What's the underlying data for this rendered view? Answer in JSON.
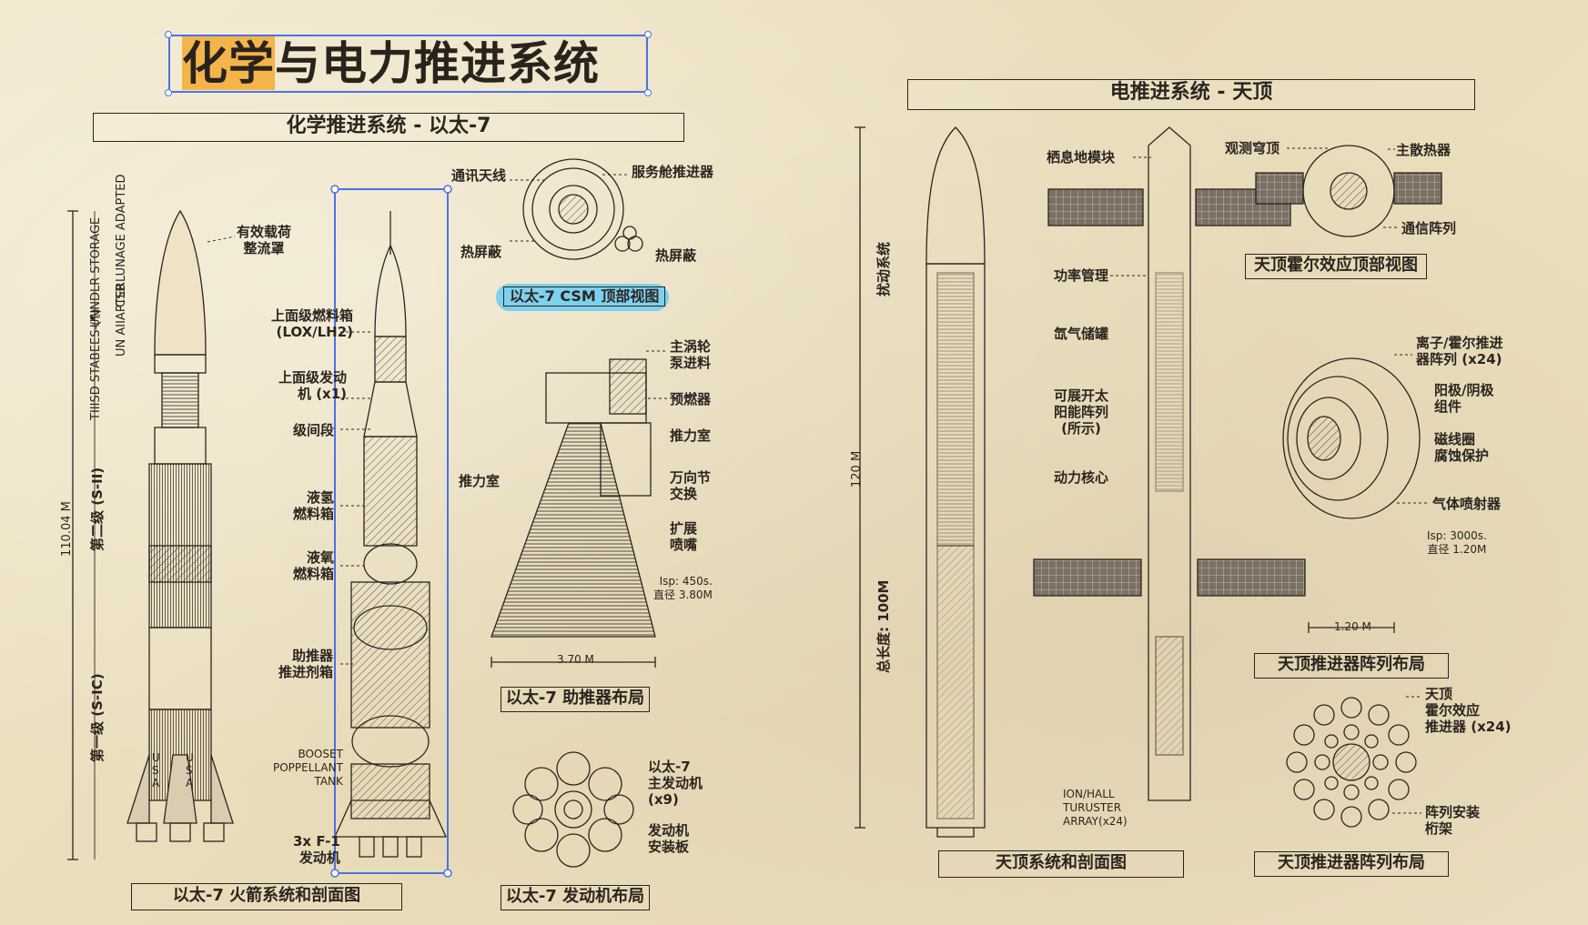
{
  "title": {
    "highlight": "化学",
    "rest": "与电力推进系统"
  },
  "left": {
    "section_title": "化学推进系统 - 以太-7",
    "rocket_caption": "以太-7 火箭系统和剖面图",
    "labels": {
      "payload": "有效载荷\n整流罩",
      "upper_tank": "上面级燃料箱\n(LOX/LH2)",
      "upper_engine": "上面级发动\n机 (x1)",
      "interstage": "级间段",
      "lh2_tank": "液氢\n燃料箱",
      "lox_tank": "液氧\n燃料箱",
      "booster_tank": "助推器\n推进剂箱",
      "booset": "BOOSET\nPOPPELLANT\nTANK",
      "f1": "3x F-1\n发动机"
    },
    "dims": {
      "total": "110.04 M",
      "stage2": "第二级 (S-II)",
      "stage1": "第一级 (S-IC)",
      "s1": "UNNDLR STORAGE",
      "s2": "LUNAGE ADAPTED",
      "s3": "CSB",
      "s4": "UN AIIAPTER",
      "s5": "TIIISD STABEES-(¶)"
    },
    "usa": "USA"
  },
  "csm": {
    "labels": {
      "antenna": "通讯天线",
      "sm_thruster": "服务舱推进器",
      "heat1": "热屏蔽",
      "heat2": "热屏蔽"
    },
    "caption": "以太-7 CSM 顶部视图"
  },
  "engine": {
    "labels": {
      "turbopump": "主涡轮\n泵进料",
      "preburner": "预燃器",
      "thrust_chamber_r": "推力室",
      "thrust_chamber_l": "推力室",
      "gimbal": "万向节\n交换",
      "nozzle": "扩展\n喷嘴",
      "isp": "Isp: 450s.\n直径 3.80M",
      "width": "3.70 M"
    },
    "caption": "以太-7 助推器布局"
  },
  "engine_layout": {
    "labels": {
      "main": "以太-7\n主发动机\n(x9)",
      "plate": "发动机\n安装板"
    },
    "caption": "以太-7 发动机布局"
  },
  "right": {
    "section_title": "电推进系统 - 天顶",
    "rocket_caption": "天顶系统和剖面图",
    "dims": {
      "thrust": "扰动系统",
      "total_len": "总长度: 100M",
      "m120": "120 M"
    },
    "labels": {
      "habitat": "栖息地模块",
      "power": "功率管理",
      "xenon": "氙气储罐",
      "solar": "可展开太\n阳能阵列\n(所示)",
      "core": "动力核心",
      "ion": "ION/HALL\nTURUSTER\nARRAY(x24)"
    },
    "top": {
      "dome": "观测穹顶",
      "radiator": "主散热器",
      "comm": "通信阵列",
      "caption": "天顶霍尔效应顶部视图"
    },
    "thruster": {
      "ion_arr": "离子/霍尔推进\n器阵列 (x24)",
      "anode": "阳极/阴极\n组件",
      "coil": "磁线圈\n腐蚀保护",
      "gas": "气体喷射器",
      "isp": "Isp: 3000s.\n直径 1.20M",
      "width": "1.20 M",
      "caption": "天顶推进器阵列布局"
    },
    "array": {
      "label": "天顶\n霍尔效应\n推进器 (x24)",
      "truss": "阵列安装\n桁架",
      "caption": "天顶推进器阵列布局"
    }
  }
}
